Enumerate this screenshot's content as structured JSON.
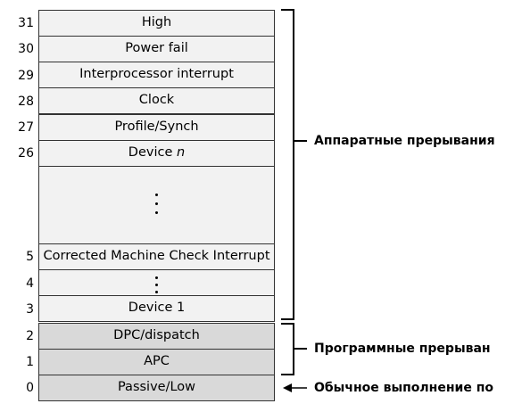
{
  "levels": [
    {
      "num": "31",
      "label": "High"
    },
    {
      "num": "30",
      "label": "Power fail"
    },
    {
      "num": "29",
      "label": "Interprocessor interrupt"
    },
    {
      "num": "28",
      "label": "Clock"
    },
    {
      "num": "27",
      "label": "Profile/Synch"
    },
    {
      "num": "26",
      "label": "Device ",
      "label_italic": "n"
    },
    {
      "num": "5",
      "label": "Corrected Machine Check Interrupt"
    },
    {
      "num": "4",
      "label": ""
    },
    {
      "num": "3",
      "label": "Device 1"
    },
    {
      "num": "2",
      "label": "DPC/dispatch"
    },
    {
      "num": "1",
      "label": "APC"
    },
    {
      "num": "0",
      "label": "Passive/Low"
    }
  ],
  "annotations": {
    "hardware": "Аппаратные прерывания",
    "software": "Программные прерыван",
    "normal": "Обычное выполнение по"
  },
  "colors": {
    "hardware_fill": "#f2f2f2",
    "software_fill": "#d9d9d9",
    "border": "#333333"
  }
}
